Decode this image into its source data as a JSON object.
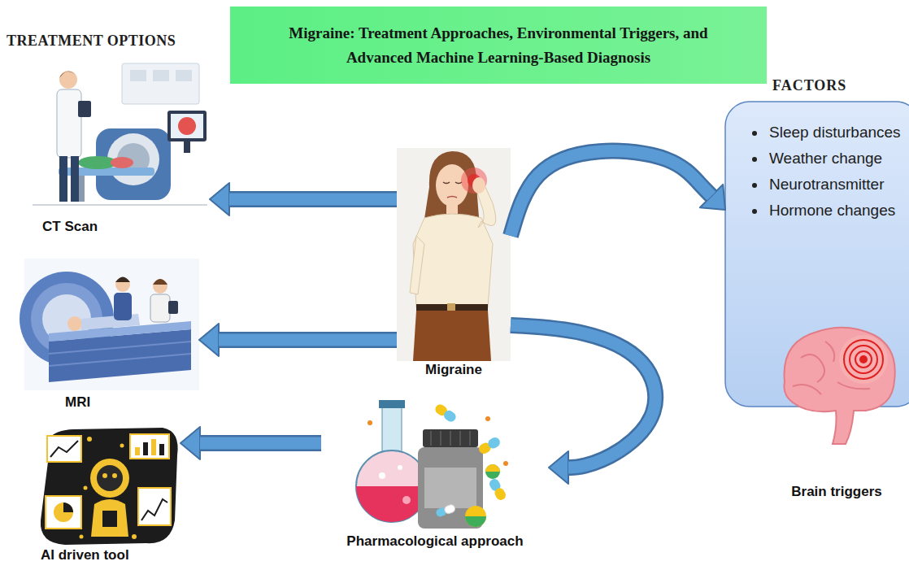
{
  "diagram": {
    "title": "Migraine: Treatment Approaches, Environmental Triggers, and Advanced Machine Learning-Based Diagnosis",
    "nodes": [
      {
        "text": [
          "CT Scan"
        ]
      },
      {
        "text": [
          "Migraine"
        ]
      },
      {
        "text": [
          "FACTORS",
          "Sleep disturbances",
          "Weather change",
          "Neurotransmitter",
          "Hormone changes"
        ]
      },
      {
        "text": [
          "MRI"
        ]
      },
      {
        "text": [
          "Brain triggers"
        ]
      },
      {
        "text": [
          "Pharmacological approach"
        ]
      },
      {
        "text": [
          "AI driven tool"
        ]
      }
    ],
    "edges": [
      {
        "from": 1,
        "to": 0,
        "arrow": "to"
      },
      {
        "from": 1,
        "to": 3,
        "arrow": "to"
      },
      {
        "from": 1,
        "to": 2,
        "arrow": "to"
      },
      {
        "from": 1,
        "to": 5,
        "arrow": "to"
      },
      {
        "from": 5,
        "to": 6,
        "arrow": "to"
      }
    ],
    "labels": [
      "TREATMENT OPTIONS"
    ]
  }
}
